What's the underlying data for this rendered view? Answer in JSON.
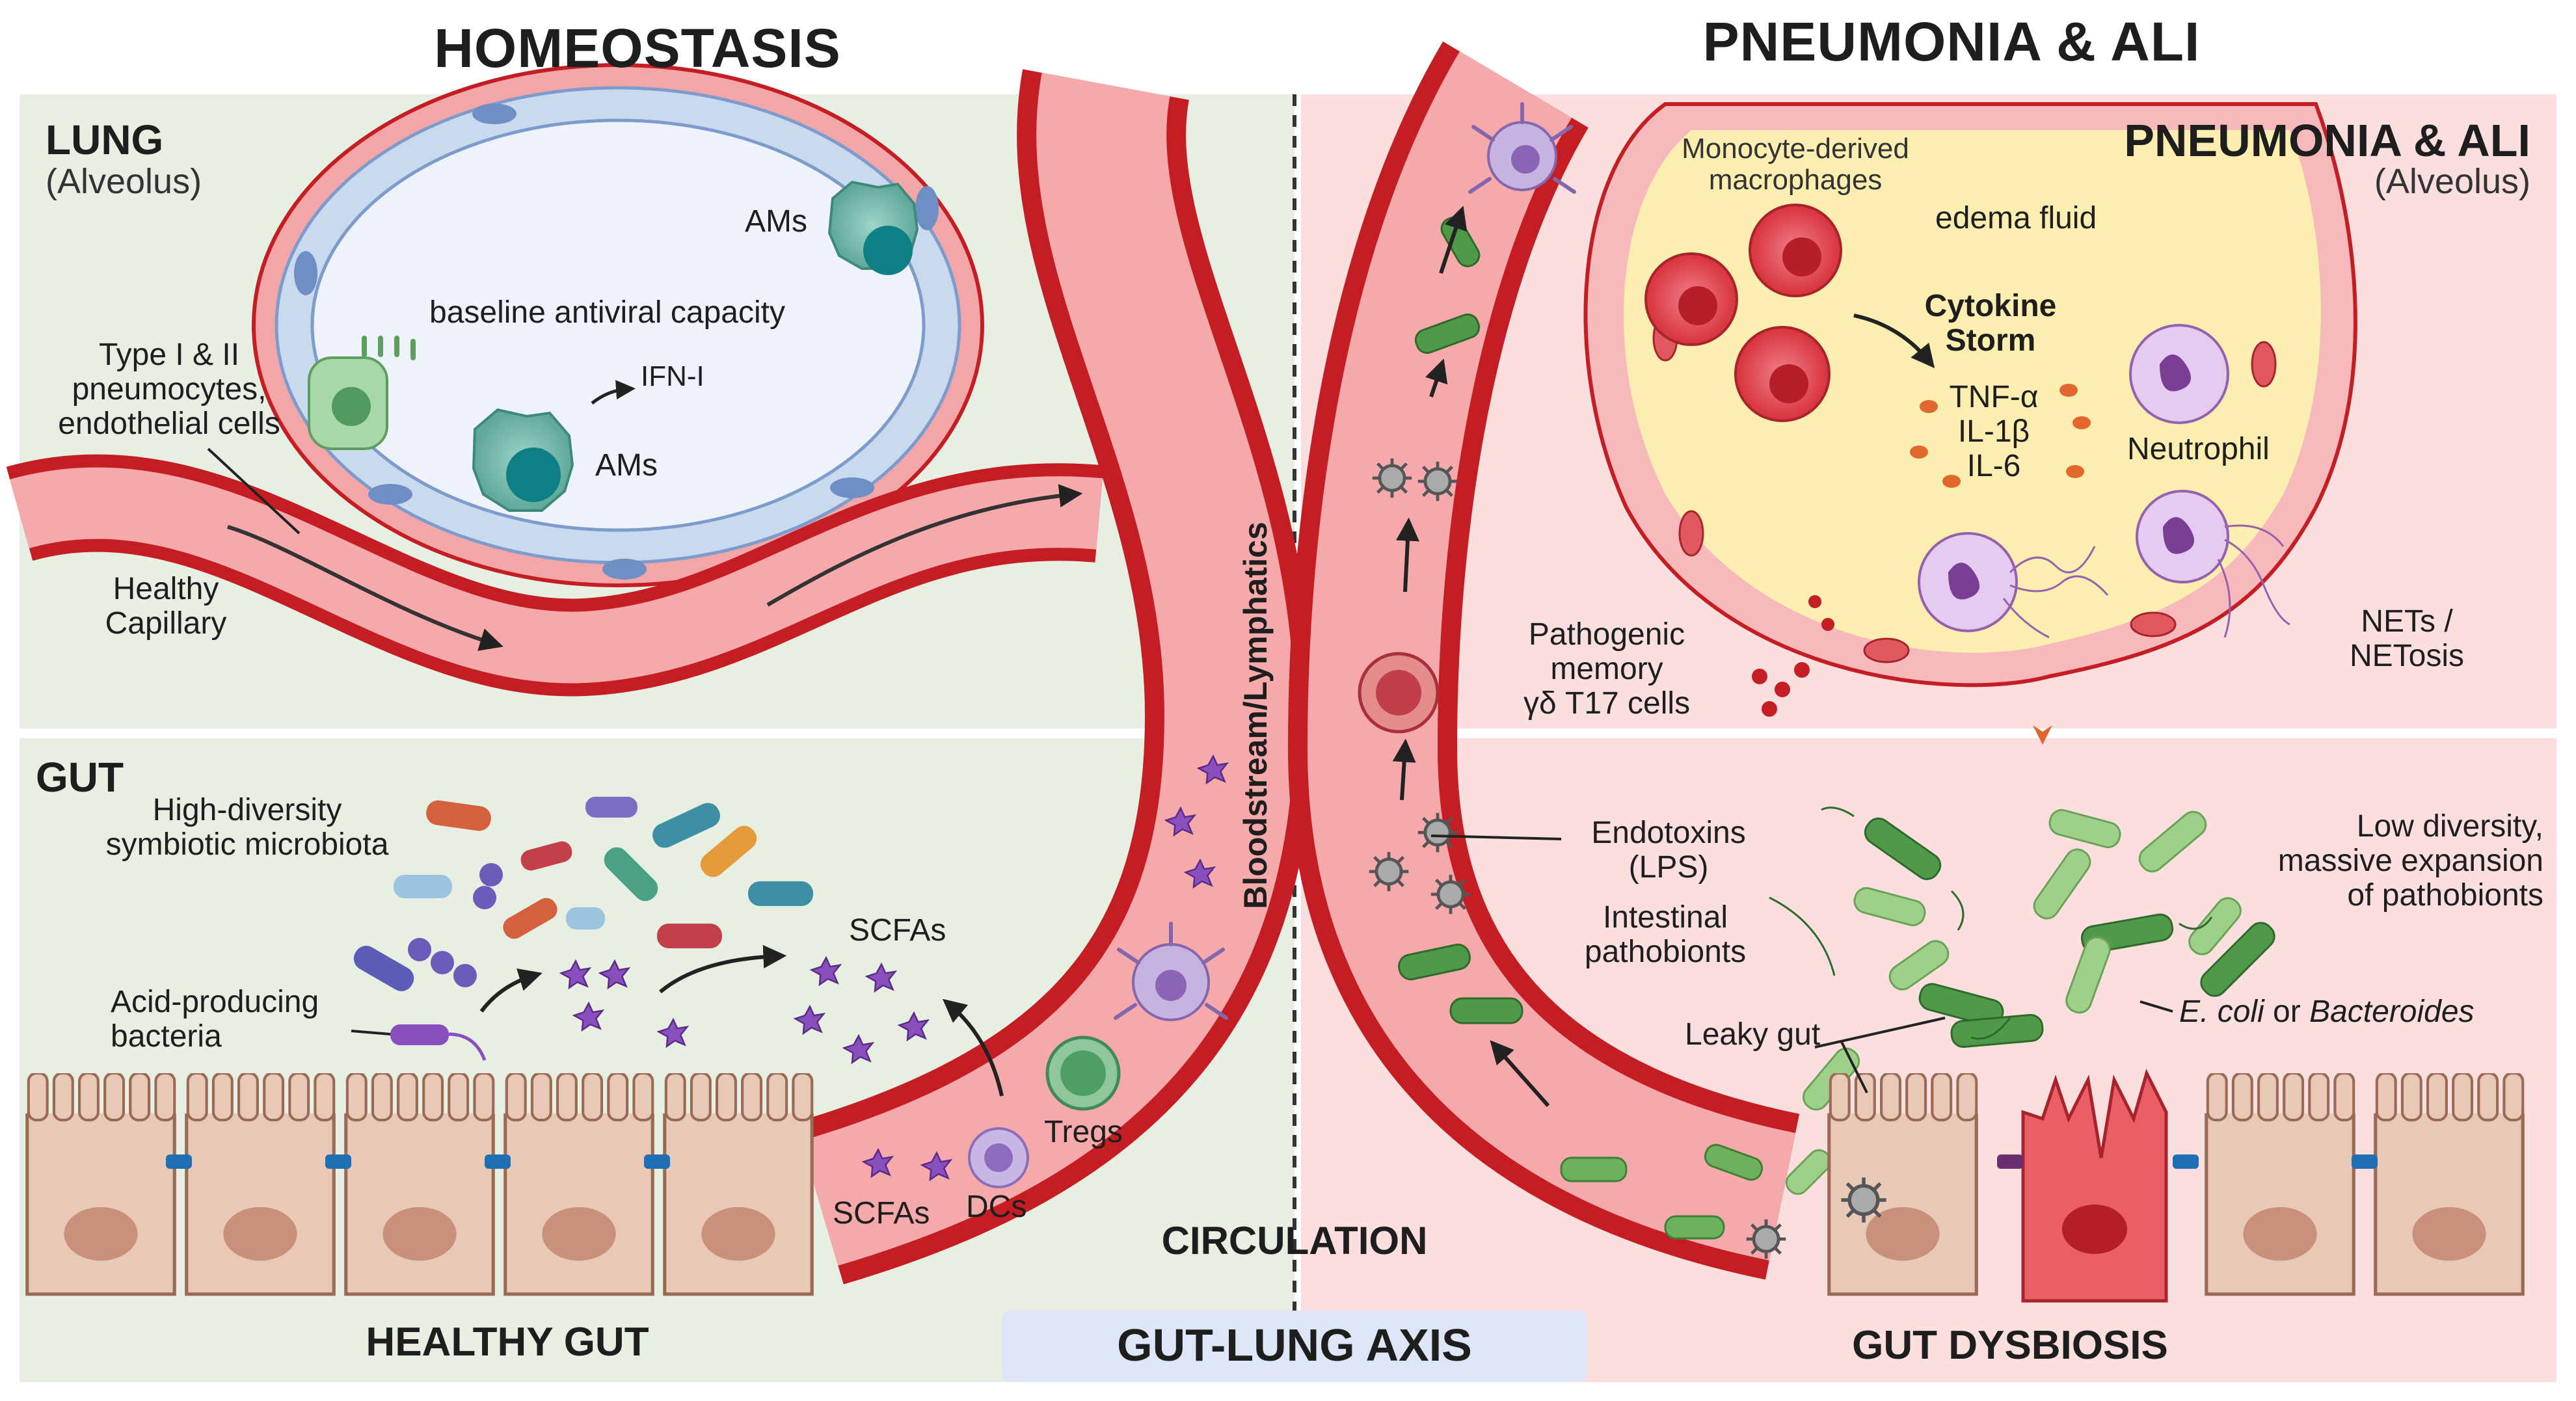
{
  "headers": {
    "homeostasis": "HOMEOSTASIS",
    "pneumonia": "PNEUMONIA & ALI"
  },
  "lung_left": {
    "title": "LUNG",
    "subtitle": "(Alveolus)",
    "ams_top": "AMs",
    "ams_bottom": "AMs",
    "baseline": "baseline antiviral capacity",
    "ifn": "IFN-I",
    "pneumocytes": [
      "Type I & II",
      "pneumocytes,",
      "endothelial cells"
    ],
    "capillary": [
      "Healthy",
      "Capillary"
    ]
  },
  "gut_left": {
    "title": "GUT",
    "microbiota": [
      "High-diversity",
      "symbiotic microbiota"
    ],
    "acid": [
      "Acid-producing",
      "bacteria"
    ],
    "scfas_top": "SCFAs",
    "scfas_bottom": "SCFAs",
    "dcs": "DCs",
    "tregs": "Tregs",
    "healthy_gut": "HEALTHY GUT"
  },
  "center": {
    "bloodstream": "Bloodstream/Lymphatics",
    "circulation": "CIRCULATION",
    "axis": "GUT-LUNG AXIS"
  },
  "lung_right": {
    "title": "PNEUMONIA & ALI",
    "subtitle": "(Alveolus)",
    "monocyte": [
      "Monocyte-derived",
      "macrophages"
    ],
    "edema": "edema fluid",
    "storm": [
      "Cytokine",
      "Storm"
    ],
    "cytokines": [
      "TNF-α",
      "IL-1β",
      "IL-6"
    ],
    "neutrophil": "Neutrophil",
    "nets": [
      "NETs /",
      "NETosis"
    ],
    "gd_t17": [
      "Pathogenic",
      "memory",
      "γδ T17 cells"
    ]
  },
  "gut_right": {
    "endotoxins": [
      "Endotoxins",
      "(LPS)"
    ],
    "pathobionts": [
      "Intestinal",
      "pathobionts"
    ],
    "low_div": [
      "Low diversity,",
      "massive expansion",
      "of pathobionts"
    ],
    "ecoli_parts": [
      "E. coli",
      " or ",
      "Bacteroides"
    ],
    "leaky": "Leaky gut",
    "dysbiosis": "GUT DYSBIOSIS"
  },
  "colors": {
    "left_bg": "#e6efe2",
    "right_bg": "#fbdfdf",
    "vessel_dark": "#c41e24",
    "vessel_light": "#f3a9ab",
    "alveolus_blue": "#c9d9ee",
    "edema_yellow": "#fbeeb0",
    "epithelium": "#e6c4b2"
  }
}
